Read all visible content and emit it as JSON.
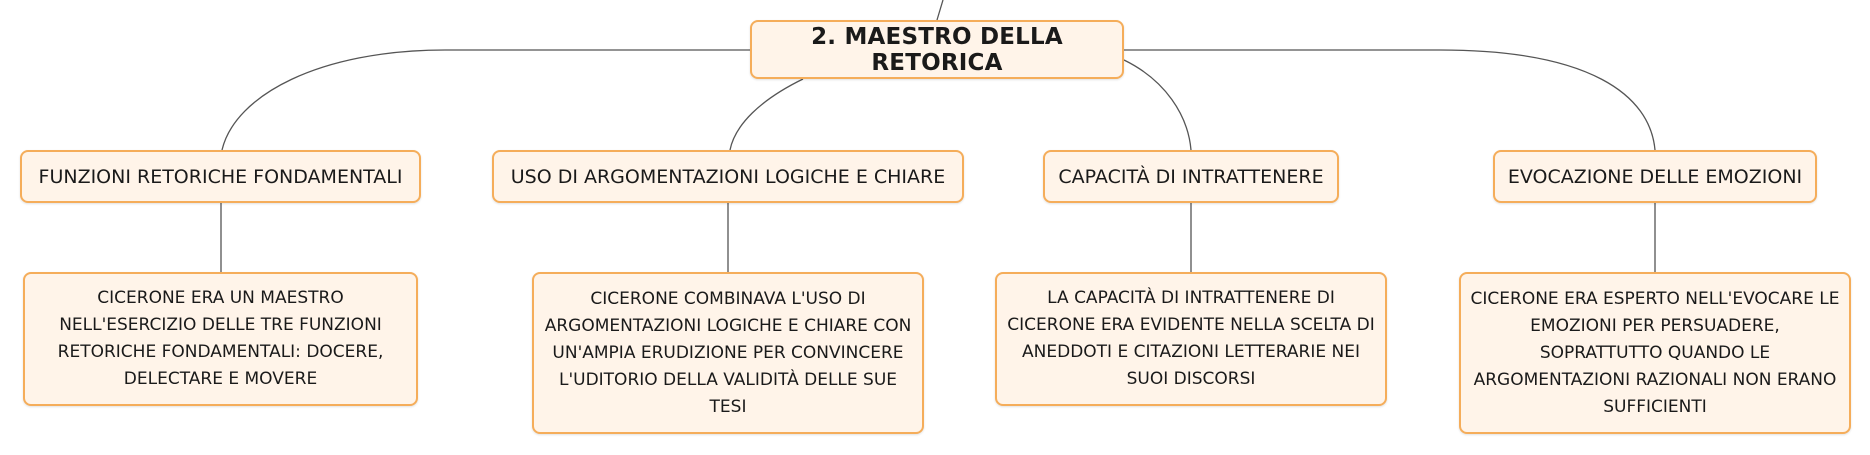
{
  "diagram": {
    "root": {
      "label": "2. MAESTRO DELLA RETORICA"
    },
    "branches": [
      {
        "label": "FUNZIONI RETORICHE FONDAMENTALI",
        "detail": "CICERONE ERA UN MAESTRO NELL'ESERCIZIO DELLE TRE FUNZIONI RETORICHE FONDAMENTALI: DOCERE, DELECTARE E MOVERE"
      },
      {
        "label": "USO DI ARGOMENTAZIONI LOGICHE E CHIARE",
        "detail": "CICERONE COMBINAVA L'USO DI ARGOMENTAZIONI LOGICHE E CHIARE CON UN'AMPIA ERUDIZIONE PER CONVINCERE L'UDITORIO DELLA VALIDITÀ DELLE SUE TESI"
      },
      {
        "label": "CAPACITÀ DI INTRATTENERE",
        "detail": "LA CAPACITÀ DI INTRATTENERE DI CICERONE ERA EVIDENTE NELLA SCELTA DI ANEDDOTI E CITAZIONI LETTERARIE NEI SUOI DISCORSI"
      },
      {
        "label": "EVOCAZIONE DELLE EMOZIONI",
        "detail": "CICERONE ERA ESPERTO NELL'EVOCARE LE EMOZIONI PER PERSUADERE, SOPRATTUTTO QUANDO LE ARGOMENTAZIONI RAZIONALI NON ERANO SUFFICIENTI"
      }
    ],
    "colors": {
      "node_fill": "#fff4e9",
      "node_border": "#f5ad5a",
      "connector": "#555555"
    }
  }
}
